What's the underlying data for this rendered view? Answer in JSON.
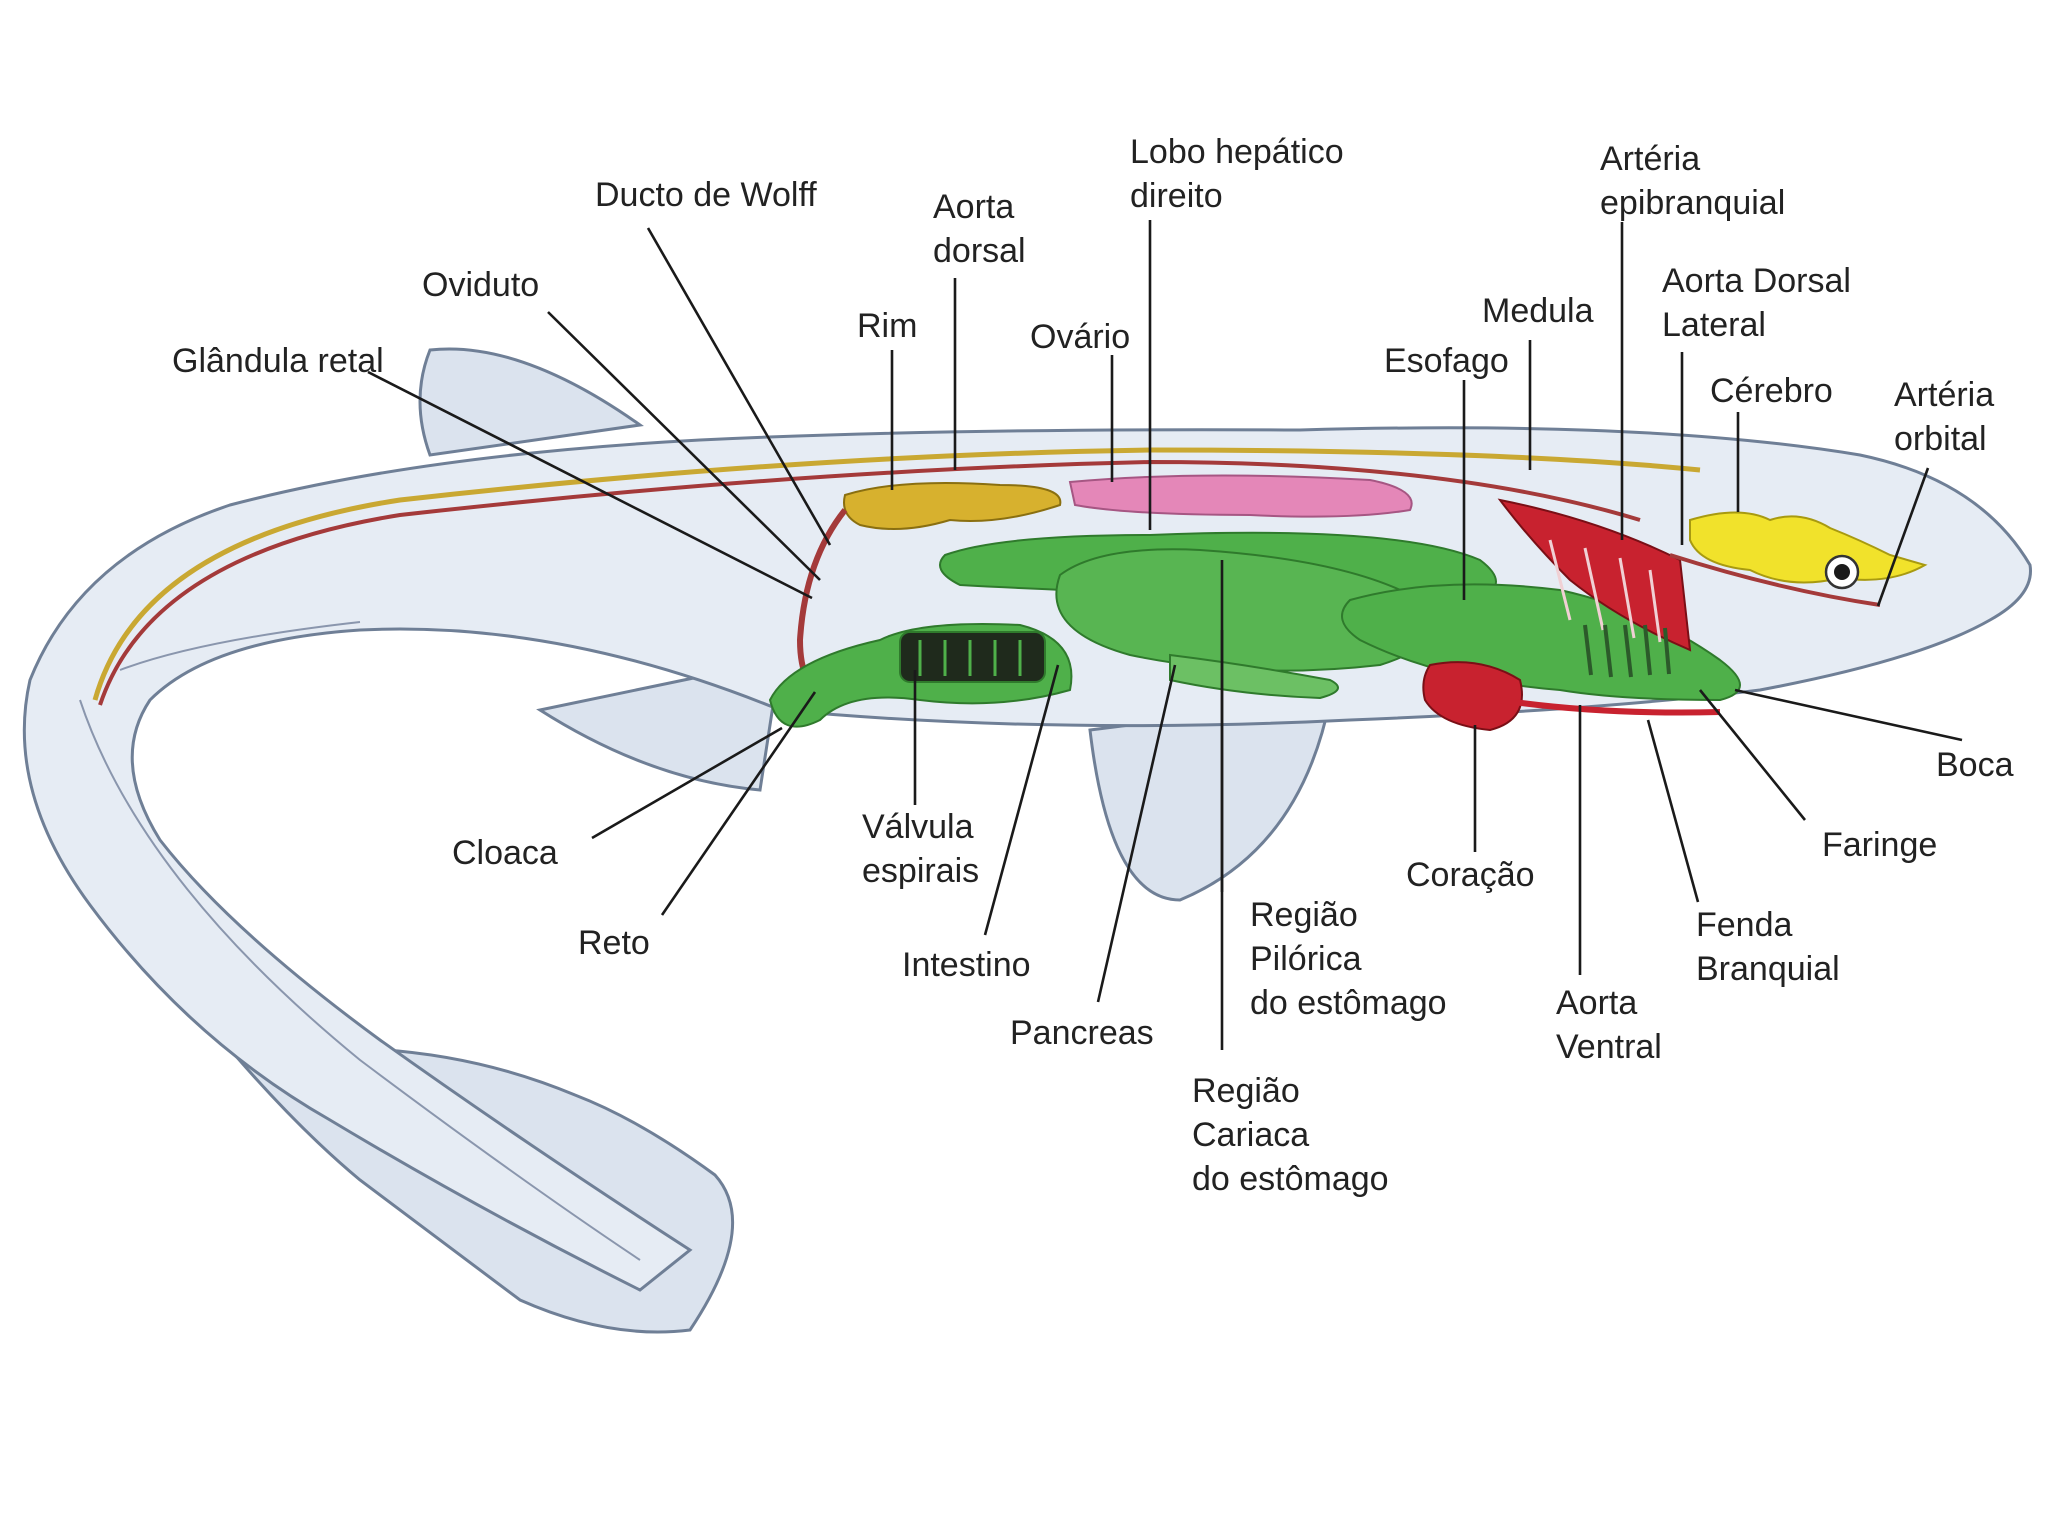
{
  "labels": {
    "glandula_retal": "Glândula retal",
    "oviduto": "Oviduto",
    "ducto_wolff": "Ducto de Wolff",
    "aorta_dorsal": [
      "Aorta",
      "dorsal"
    ],
    "rim": "Rim",
    "ovario": "Ovário",
    "lobo_hepatico": [
      "Lobo hepático",
      "direito"
    ],
    "esofago": "Esofago",
    "medula": "Medula",
    "arteria_epibranquial": [
      "Artéria",
      "epibranquial"
    ],
    "aorta_dorsal_lateral": [
      "Aorta Dorsal",
      "Lateral"
    ],
    "cerebro": "Cérebro",
    "arteria_orbital": [
      "Artéria",
      "orbital"
    ],
    "boca": "Boca",
    "faringe": "Faringe",
    "fenda_branquial": [
      "Fenda",
      "Branquial"
    ],
    "aorta_ventral": [
      "Aorta",
      "Ventral"
    ],
    "coracao": "Coração",
    "regiao_pilorica": [
      "Região",
      "Pilórica",
      "do estômago"
    ],
    "regiao_cardiaca": [
      "Região",
      "Cariaca",
      "do estômago"
    ],
    "pancreas": "Pancreas",
    "intestino": "Intestino",
    "valvula_espirais": [
      "Válvula",
      "espirais"
    ],
    "reto": "Reto",
    "cloaca": "Cloaca"
  },
  "colors": {
    "body": "#e6ecf4",
    "body_outline": "#6f7f96",
    "digestive": "#4fb04a",
    "ovary": "#e487b8",
    "kidney": "#d7b12e",
    "arteries": "#c8222f",
    "brain": "#f1e22b",
    "spinal": "#a43a3a"
  },
  "icons": [
    "shark-body",
    "eye-icon"
  ]
}
